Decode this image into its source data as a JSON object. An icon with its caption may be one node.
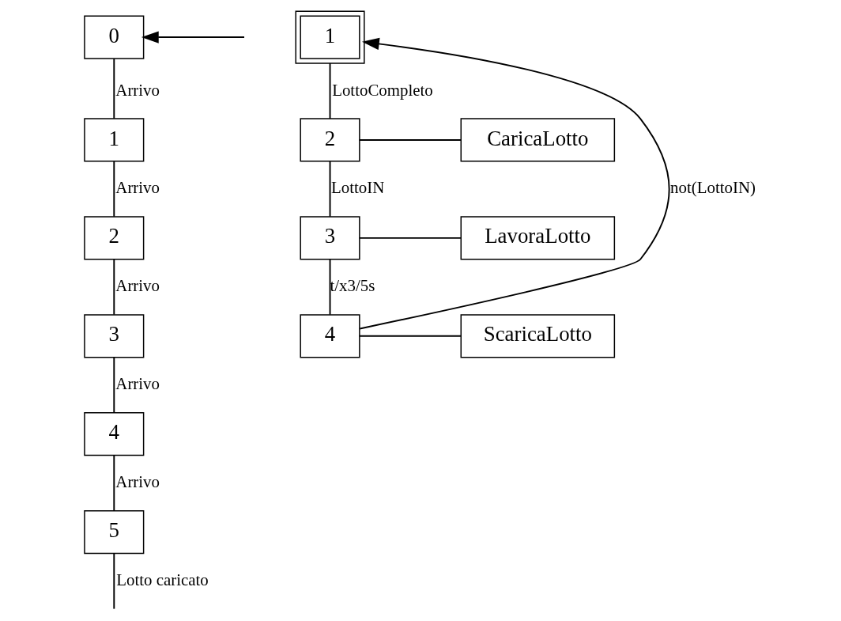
{
  "diagram": {
    "nodes": [
      {
        "text": [
          "0"
        ]
      },
      {
        "text": [
          "1"
        ]
      },
      {
        "text": [
          "2"
        ]
      },
      {
        "text": [
          "3"
        ]
      },
      {
        "text": [
          "4"
        ]
      },
      {
        "text": [
          "5"
        ]
      },
      {
        "text": [
          "1"
        ]
      },
      {
        "text": [
          "2"
        ]
      },
      {
        "text": [
          "CaricaLotto"
        ]
      },
      {
        "text": [
          "3"
        ]
      },
      {
        "text": [
          "LavoraLotto"
        ]
      },
      {
        "text": [
          "4"
        ]
      },
      {
        "text": [
          "ScaricaLotto"
        ]
      }
    ],
    "edges": [
      {
        "from": 0,
        "to": 1,
        "arrow": "none",
        "label": "Arrivo"
      },
      {
        "from": 1,
        "to": 2,
        "arrow": "none",
        "label": "Arrivo"
      },
      {
        "from": 2,
        "to": 3,
        "arrow": "none",
        "label": "Arrivo"
      },
      {
        "from": 3,
        "to": 4,
        "arrow": "none",
        "label": "Arrivo"
      },
      {
        "from": 4,
        "to": 5,
        "arrow": "none",
        "label": "Arrivo"
      },
      {
        "from": 5,
        "to": null,
        "arrow": "none",
        "label": "Lotto caricato"
      },
      {
        "from": null,
        "to": 0,
        "arrow": "to"
      },
      {
        "from": 6,
        "to": 7,
        "arrow": "none",
        "label": "LottoCompleto"
      },
      {
        "from": 7,
        "to": 8,
        "arrow": "none"
      },
      {
        "from": 7,
        "to": 9,
        "arrow": "none",
        "label": "LottoIN"
      },
      {
        "from": 9,
        "to": 10,
        "arrow": "none"
      },
      {
        "from": 9,
        "to": 11,
        "arrow": "none",
        "label": "t/x3/5s"
      },
      {
        "from": 11,
        "to": 12,
        "arrow": "none"
      },
      {
        "from": 11,
        "to": 6,
        "arrow": "to",
        "label": "not(LottoIN)"
      }
    ]
  }
}
